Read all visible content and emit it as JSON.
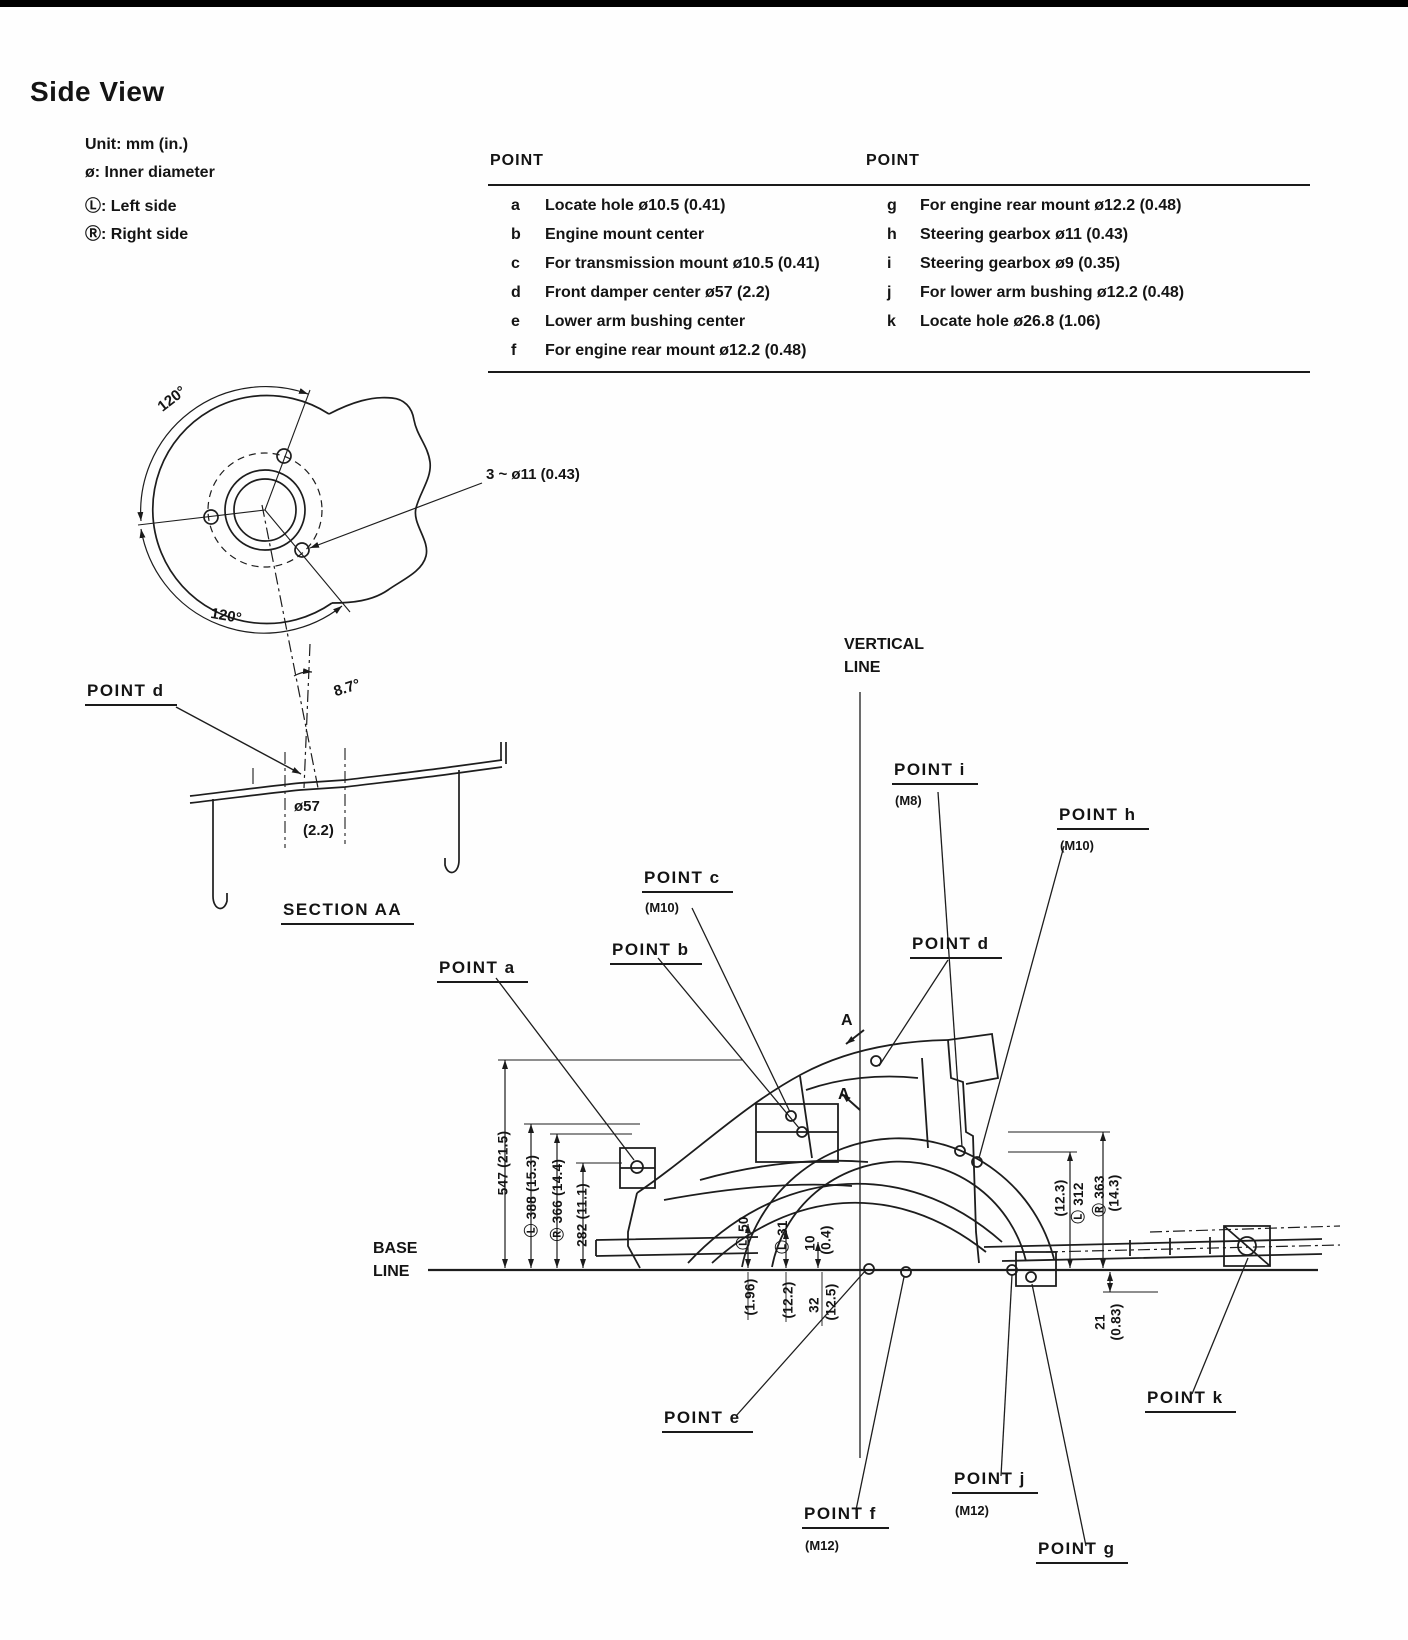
{
  "page": {
    "title": "Side View"
  },
  "legend": {
    "unit": "Unit: mm (in.)",
    "diameter": "ø: Inner diameter",
    "left_side": "Ⓛ: Left side",
    "right_side": "Ⓡ: Right side"
  },
  "table": {
    "header_left": "POINT",
    "header_right": "POINT",
    "left_rows": [
      {
        "key": "a",
        "desc": "Locate hole ø10.5 (0.41)"
      },
      {
        "key": "b",
        "desc": "Engine mount center"
      },
      {
        "key": "c",
        "desc": "For transmission mount ø10.5 (0.41)"
      },
      {
        "key": "d",
        "desc": "Front damper center ø57 (2.2)"
      },
      {
        "key": "e",
        "desc": "Lower arm bushing center"
      },
      {
        "key": "f",
        "desc": "For engine rear mount ø12.2 (0.48)"
      }
    ],
    "right_rows": [
      {
        "key": "g",
        "desc": "For engine rear mount ø12.2 (0.48)"
      },
      {
        "key": "h",
        "desc": "Steering gearbox ø11 (0.43)"
      },
      {
        "key": "i",
        "desc": "Steering gearbox ø9 (0.35)"
      },
      {
        "key": "j",
        "desc": "For lower arm bushing ø12.2 (0.48)"
      },
      {
        "key": "k",
        "desc": "Locate hole ø26.8 (1.06)"
      }
    ]
  },
  "detail": {
    "angle_top": "120°",
    "angle_bottom": "120°",
    "bolt_callout": "3 ~ ø11 (0.43)",
    "point_d_label": "POINT d",
    "camber_angle": "8.7°",
    "bore_dia": "ø57",
    "bore_dia_in": "(2.2)",
    "section_label": "SECTION AA"
  },
  "main": {
    "vertical_line_1": "VERTICAL",
    "vertical_line_2": "LINE",
    "base_line_1": "BASE",
    "base_line_2": "LINE",
    "section_arrow": "A",
    "points": {
      "a": "POINT a",
      "b": "POINT b",
      "c": "POINT c",
      "c_thread": "(M10)",
      "d": "POINT d",
      "e": "POINT e",
      "f": "POINT f",
      "f_thread": "(M12)",
      "g": "POINT g",
      "h": "POINT h",
      "h_thread": "(M10)",
      "i": "POINT i",
      "i_thread": "(M8)",
      "j": "POINT j",
      "j_thread": "(M12)",
      "k": "POINT k"
    },
    "dims": {
      "d547": "547 (21.5)",
      "d388": "Ⓛ 388 (15.3)",
      "d366": "Ⓡ 366 (14.4)",
      "d282": "282 (11.1)",
      "d50": "Ⓛ 50",
      "d50_in": "(1.96)",
      "d31": "Ⓛ 31",
      "d31_in": "(12.2)",
      "d10": "10",
      "d10_in": "(0.4)",
      "d32": "32",
      "d32_in": "(12.5)",
      "d312": "Ⓛ 312",
      "d312_in": "(12.3)",
      "d363": "Ⓡ 363",
      "d363_in": "(14.3)",
      "d21": "21",
      "d21_in": "(0.83)"
    }
  }
}
